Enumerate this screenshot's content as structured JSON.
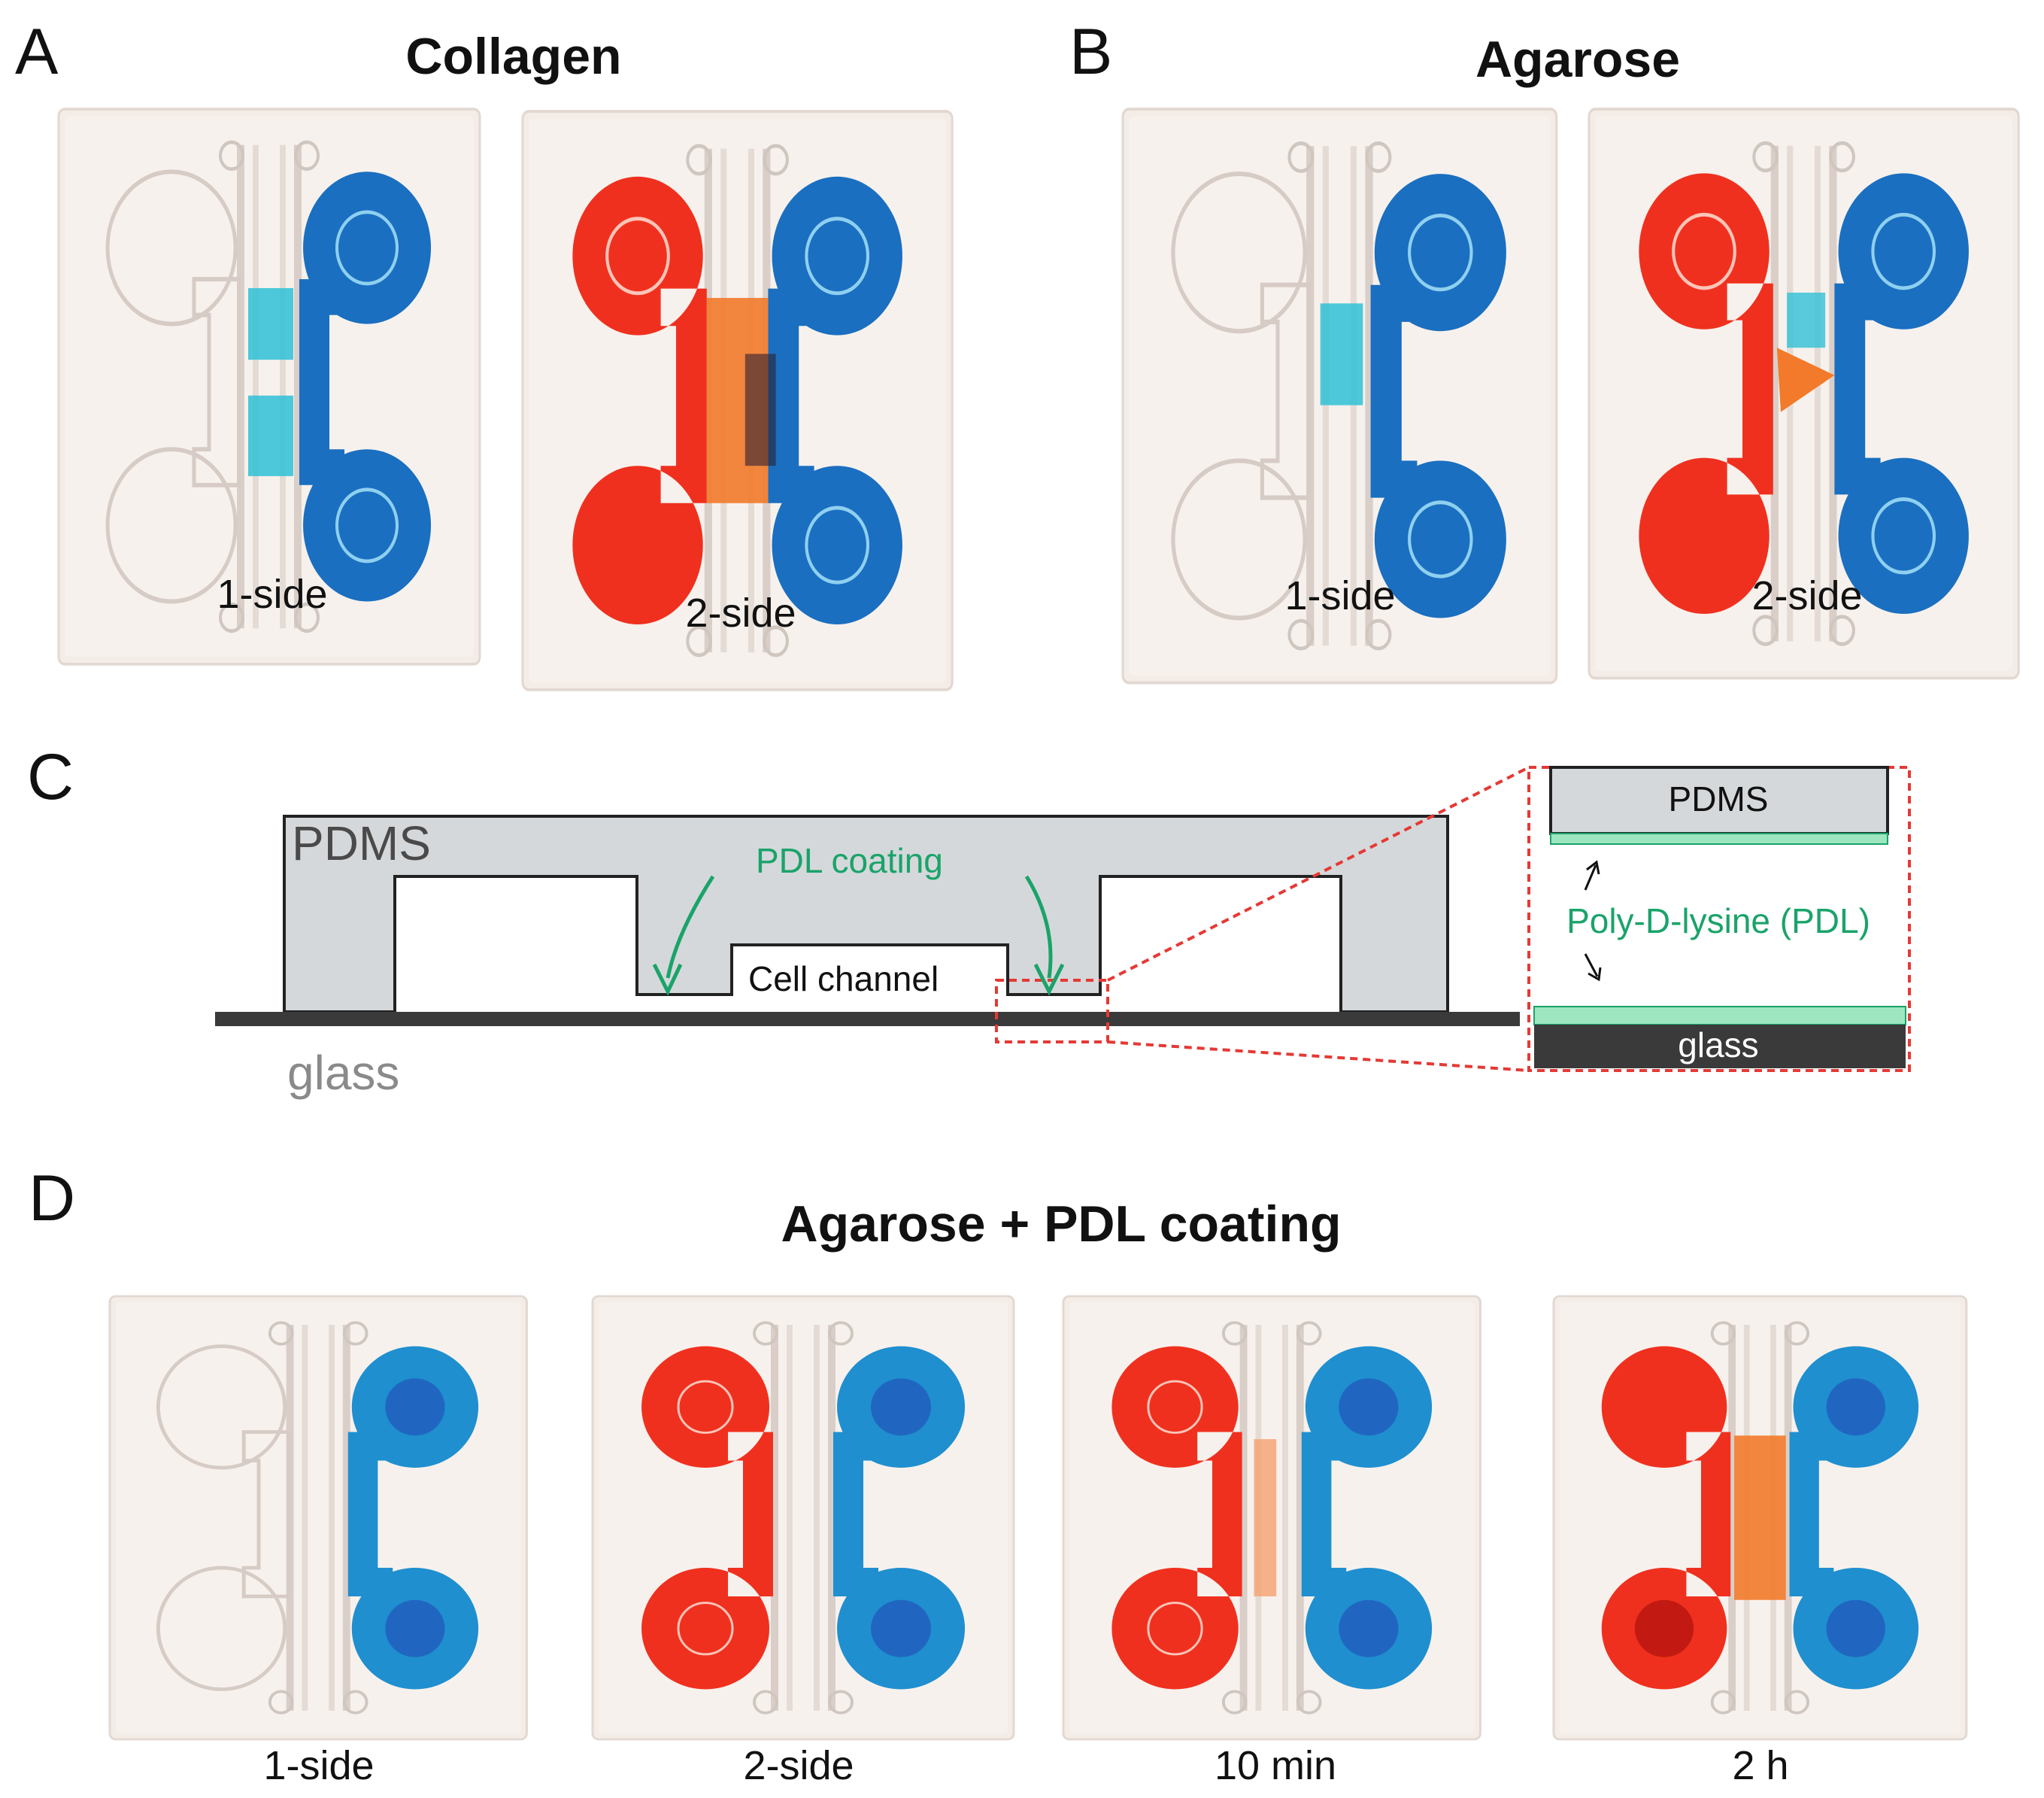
{
  "panels": {
    "A": {
      "letter": "A",
      "title": "Collagen",
      "captions": [
        "1-side",
        "2-side"
      ]
    },
    "B": {
      "letter": "B",
      "title": "Agarose",
      "captions": [
        "1-side",
        "2-side"
      ]
    },
    "C": {
      "letter": "C",
      "pdms_label": "PDMS",
      "glass_label": "glass",
      "coating_label": "PDL coating",
      "channel_label": "Cell channel",
      "inset_pdms_label": "PDMS",
      "inset_pdl_label": "Poly-D-lysine (PDL)",
      "inset_glass_label": "glass"
    },
    "D": {
      "letter": "D",
      "title": "Agarose + PDL coating",
      "captions": [
        "1-side",
        "2-side",
        "10 min",
        "2 h"
      ]
    }
  },
  "colors": {
    "red_dye": "#f0301e",
    "blue_dye": "#1a6fc0",
    "cyan_dye": "#2fc1d6",
    "orange_gel": "#f27a2a",
    "pdms_gray": "#d5d8da",
    "pdl_green": "#1aa36a",
    "inset_red": "#e53935",
    "glass_dark": "#3a3a3a"
  }
}
